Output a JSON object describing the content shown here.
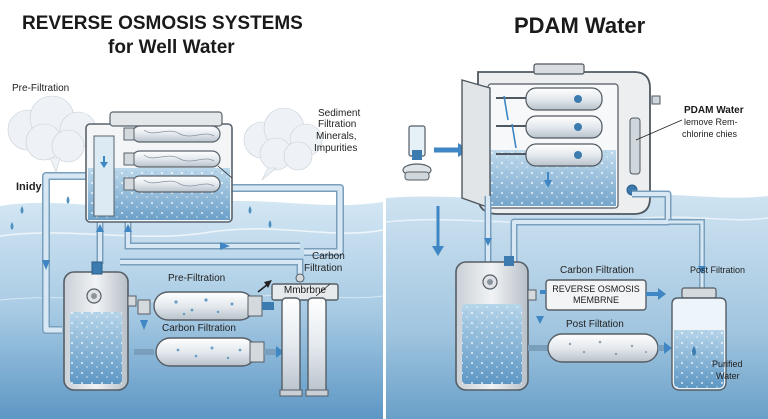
{
  "left": {
    "title_line1": "REVERSE OSMOSIS SYSTEMS",
    "title_line2": "for Well Water",
    "labels": {
      "pre_filtration_top": "Pre-Filtration",
      "sediment_line1": "Sediment",
      "sediment_line2": "Filtration",
      "sediment_line3": "Minerals,",
      "sediment_line4": "Impurities",
      "inidy": "Inidy",
      "carbon_filtration_right_line1": "Carbon",
      "carbon_filtration_right_line2": "Filtration",
      "pre_filtration_mid": "Pre-Filtration",
      "carbon_filtration_bottom": "Carbon Filtration",
      "membrane_tag": "Mmbrbne"
    }
  },
  "right": {
    "title": "PDAM Water",
    "labels": {
      "callout_line1": "PDAM Water",
      "callout_line2": "lemove Rem-",
      "callout_line3": "chlorine chies",
      "carbon_filtration": "Carbon Filtration",
      "post_filtration_right": "Post Filtration",
      "ro_membrane_line1": "REVERSE OSMOSIS",
      "ro_membrane_line2": "MEMBRNE",
      "post_filtation": "Post Filtation",
      "purified_line1": "Purified",
      "purified_line2": "Water"
    }
  },
  "colors": {
    "water": "#7fb3d6",
    "water_dark": "#4f8fbd",
    "pipe": "#cfe3f1",
    "pipe_stroke": "#7a9fbd",
    "arrow": "#3f86c4",
    "housing": "#e6e8ea"
  }
}
